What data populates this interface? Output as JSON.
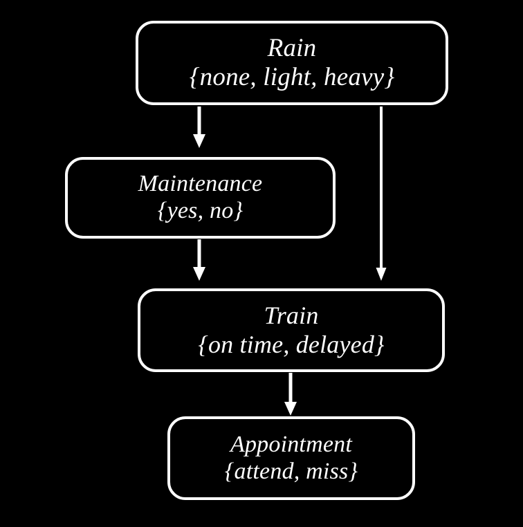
{
  "diagram": {
    "type": "bayesian-network",
    "title": "",
    "background_color": "#000000",
    "node_border_color": "#ffffff",
    "node_fill_color": "#000000",
    "text_color": "#ffffff",
    "edge_color": "#ffffff",
    "nodes": [
      {
        "id": "rain",
        "name": "Rain",
        "states_text": "{none, light, heavy}",
        "states": [
          "none",
          "light",
          "heavy"
        ]
      },
      {
        "id": "maintenance",
        "name": "Maintenance",
        "states_text": "{yes, no}",
        "states": [
          "yes",
          "no"
        ]
      },
      {
        "id": "train",
        "name": "Train",
        "states_text": "{on time, delayed}",
        "states": [
          "on time",
          "delayed"
        ]
      },
      {
        "id": "appointment",
        "name": "Appointment",
        "states_text": "{attend, miss}",
        "states": [
          "attend",
          "miss"
        ]
      }
    ],
    "edges": [
      {
        "id": "rain-to-maintenance",
        "from": "Rain",
        "to": "Maintenance"
      },
      {
        "id": "rain-to-train",
        "from": "Rain",
        "to": "Train"
      },
      {
        "id": "maintenance-to-train",
        "from": "Maintenance",
        "to": "Train"
      },
      {
        "id": "train-to-appointment",
        "from": "Train",
        "to": "Appointment"
      }
    ]
  }
}
